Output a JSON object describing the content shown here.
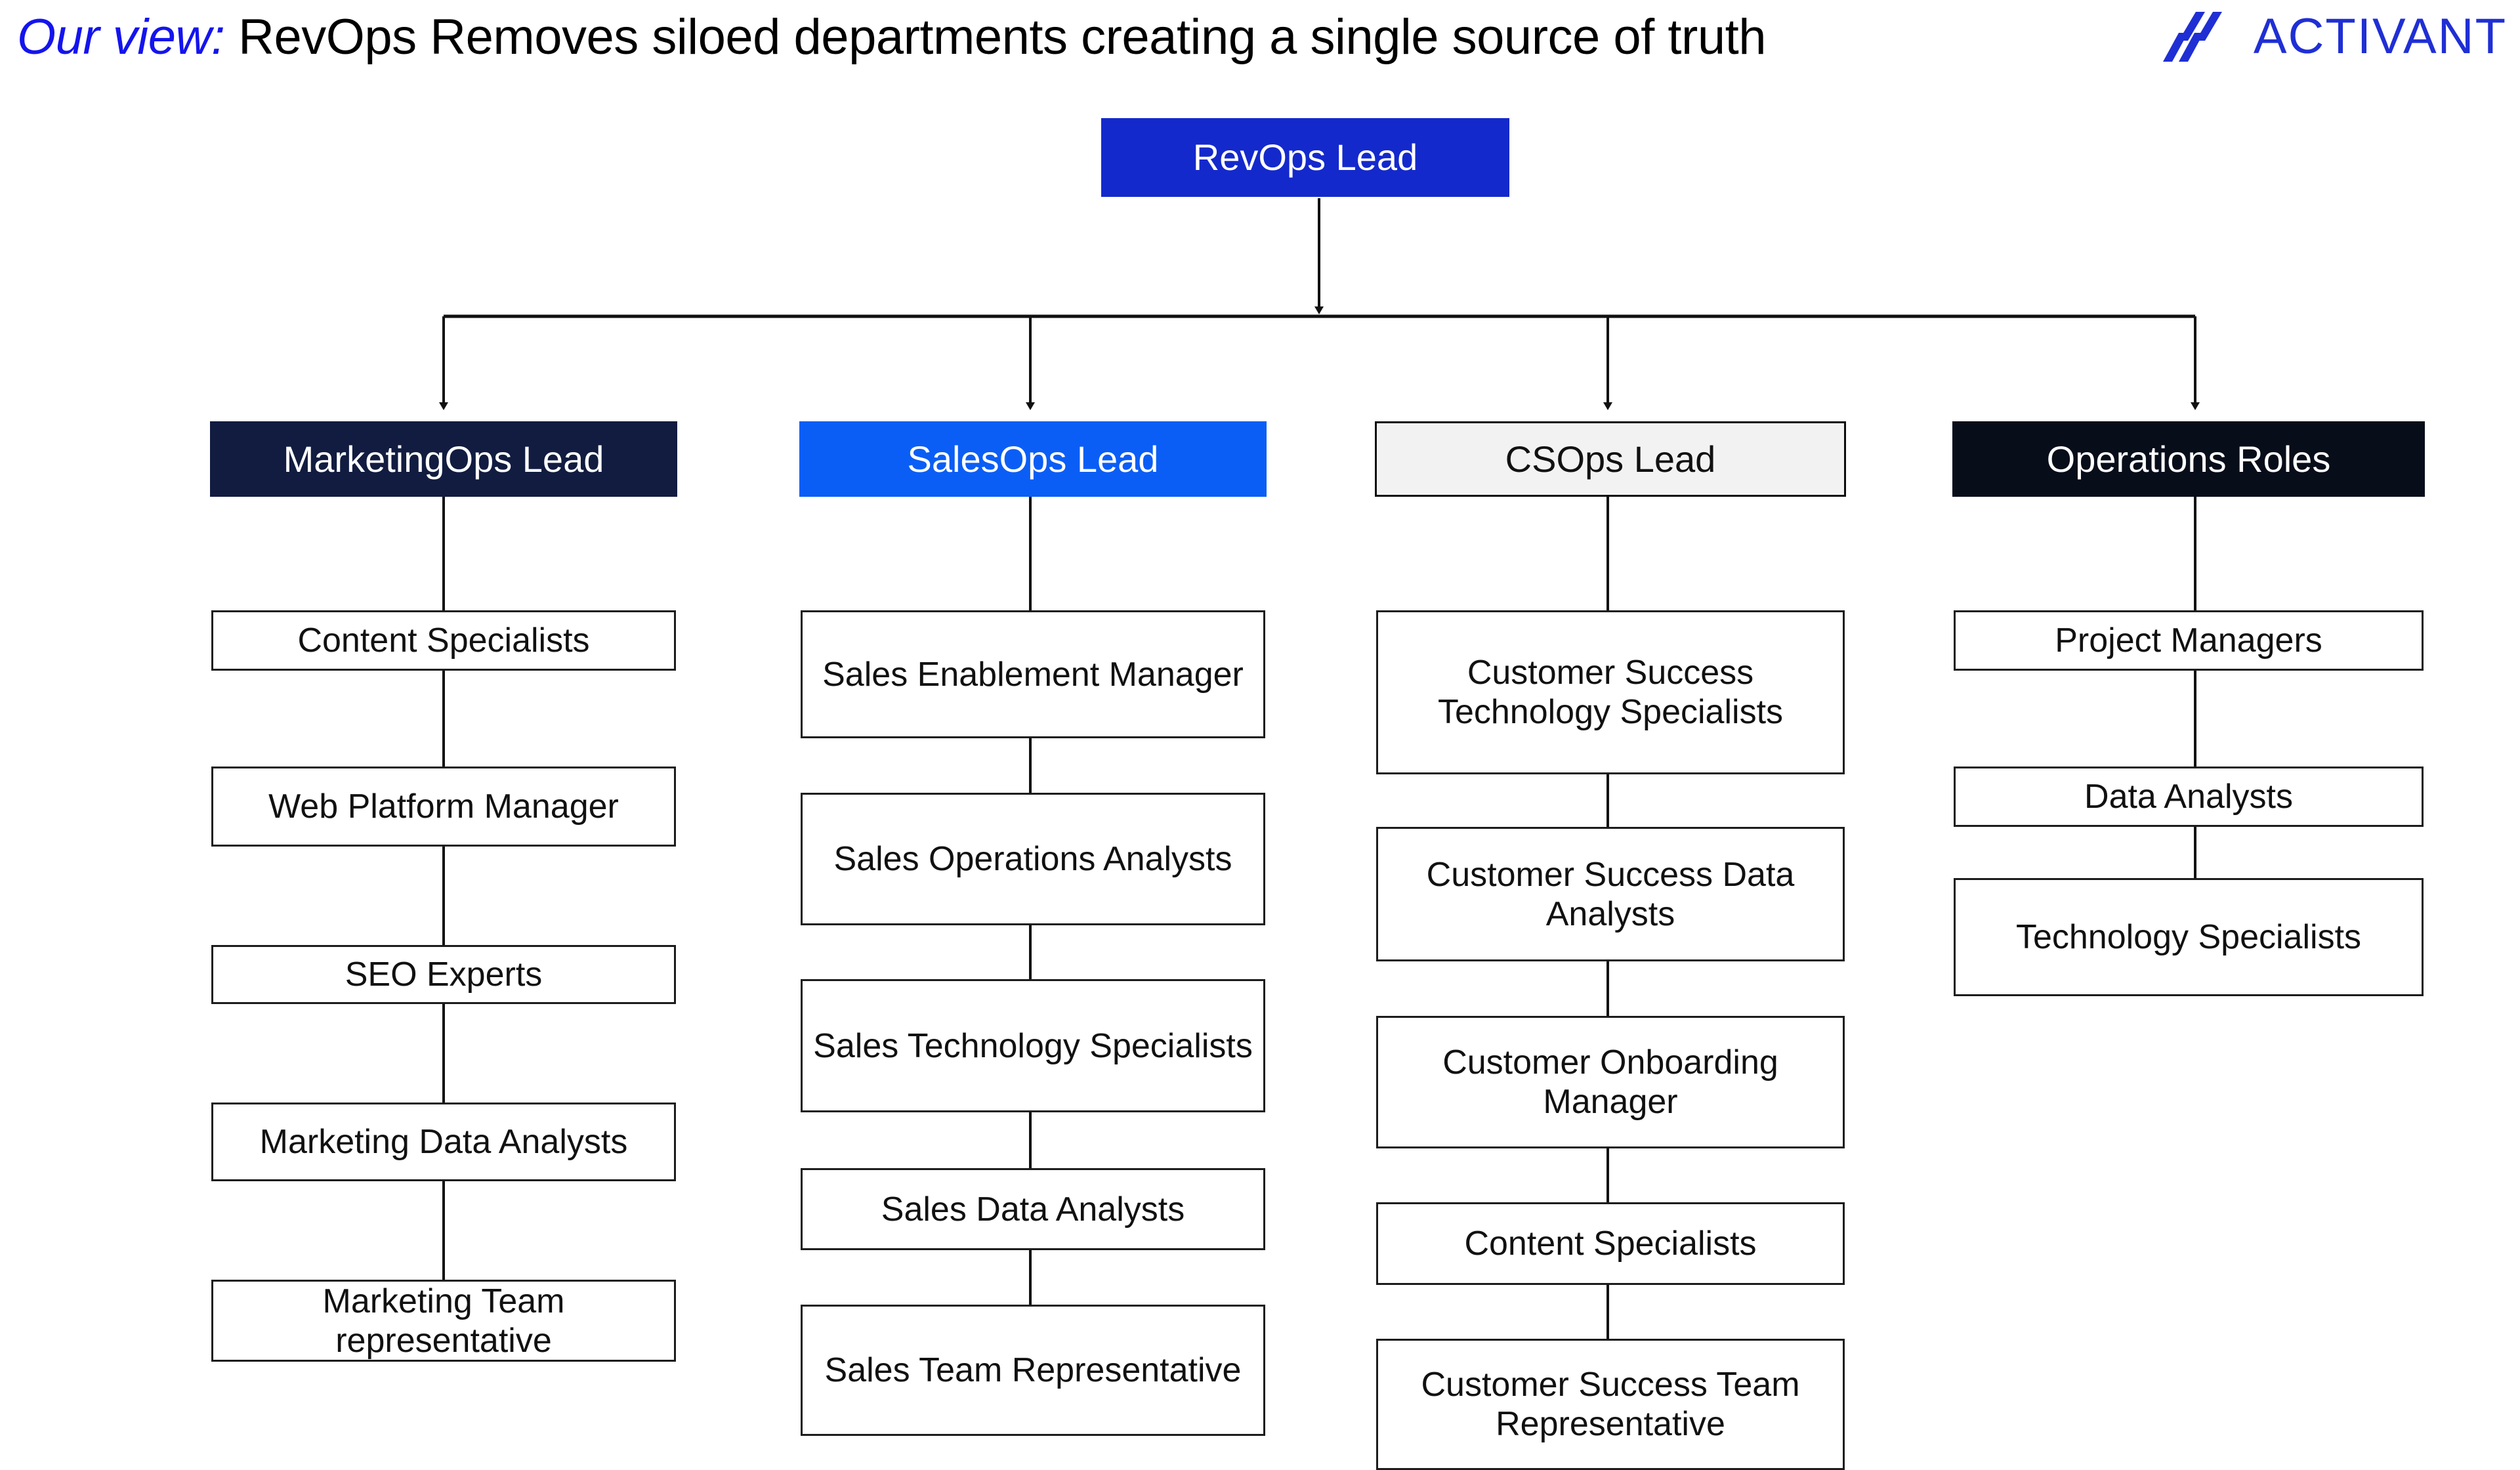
{
  "header": {
    "title_emphasis": "Our view:",
    "title_rest": " RevOps Removes siloed departments creating a single source of truth",
    "logo_wordmark": "ACTIVANT",
    "logo_icon": "activant-chevron-stripes-icon",
    "brand_color": "#1f2fd4"
  },
  "chart_data": {
    "type": "diagram",
    "diagram_kind": "org-chart",
    "title": "Our view: RevOps Removes siloed departments creating a single source of truth",
    "root": {
      "label": "RevOps Lead",
      "fill": "#1429cc",
      "text_color": "#ffffff"
    },
    "columns": [
      {
        "head": {
          "label": "MarketingOps Lead",
          "fill": "#111c40",
          "text_color": "#ffffff"
        },
        "children": [
          "Content Specialists",
          "Web Platform Manager",
          "SEO Experts",
          "Marketing Data Analysts",
          "Marketing Team representative"
        ]
      },
      {
        "head": {
          "label": "SalesOps Lead",
          "fill": "#0b5ef5",
          "text_color": "#ffffff"
        },
        "children": [
          "Sales Enablement Manager",
          "Sales Operations Analysts",
          "Sales Technology Specialists",
          "Sales Data Analysts",
          "Sales Team Representative"
        ]
      },
      {
        "head": {
          "label": "CSOps Lead",
          "fill": "#f2f2f2",
          "text_color": "#111111"
        },
        "children": [
          "Customer Success Technology Specialists",
          "Customer Success Data Analysts",
          "Customer Onboarding Manager",
          "Content Specialists",
          "Customer Success Team Representative"
        ]
      },
      {
        "head": {
          "label": "Operations Roles",
          "fill": "#080d1a",
          "text_color": "#ffffff"
        },
        "children": [
          "Project Managers",
          "Data Analysts",
          "Technology Specialists"
        ]
      }
    ]
  }
}
